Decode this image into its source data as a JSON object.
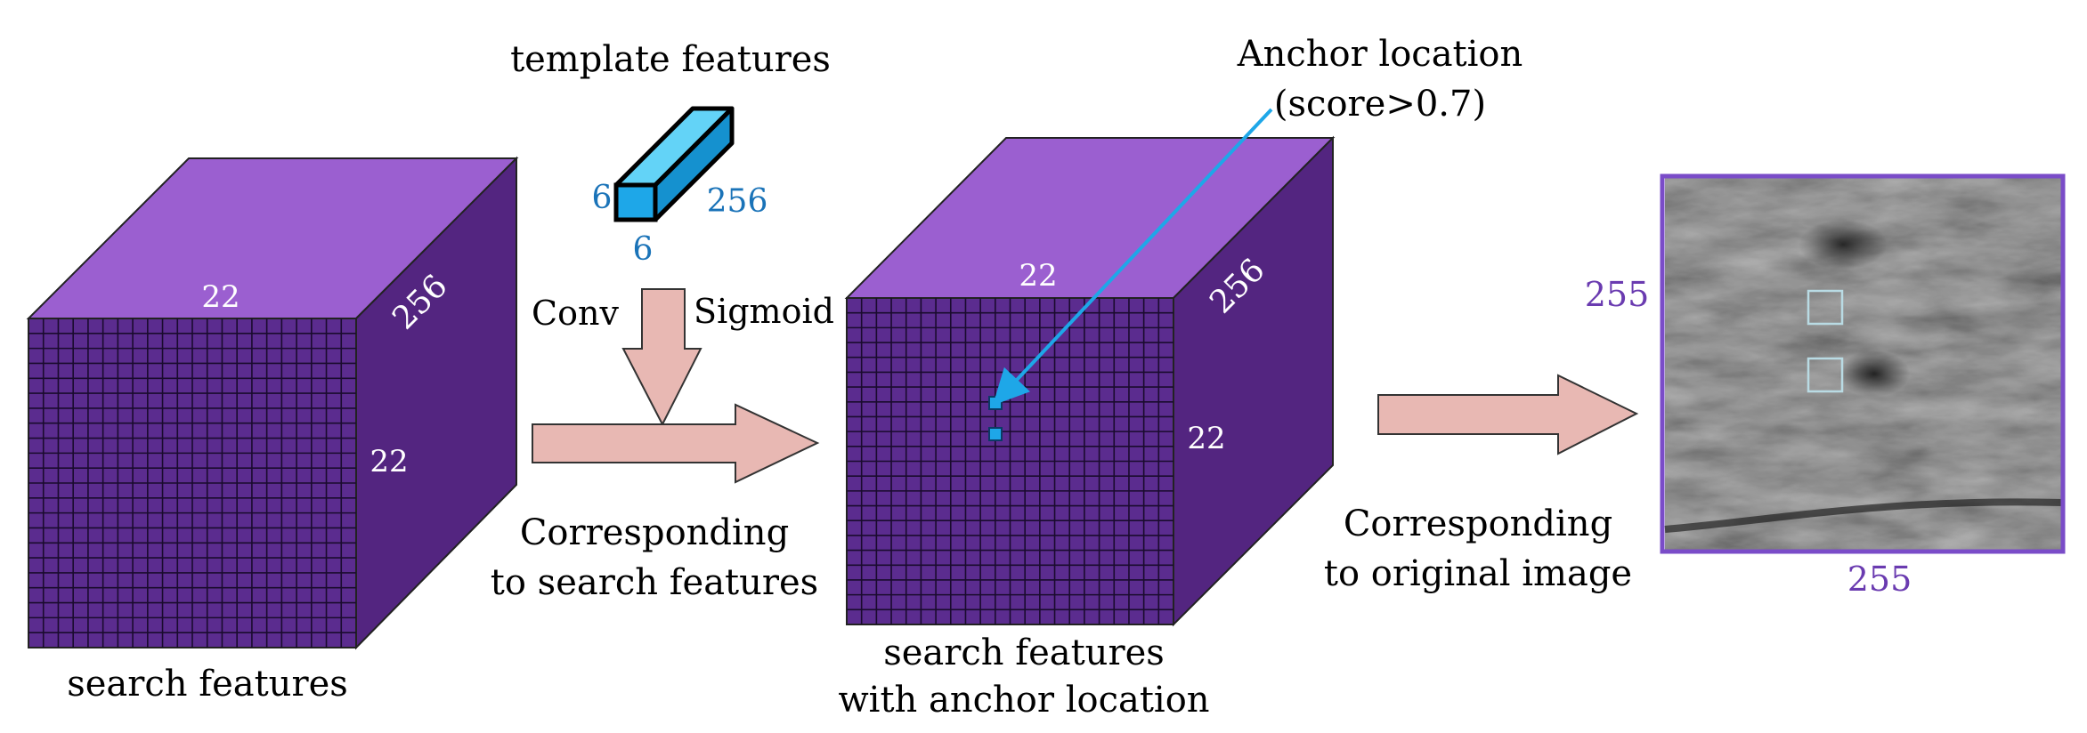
{
  "labels": {
    "template_features": "template features",
    "anchor_line1": "Anchor location",
    "anchor_line2": "(score>0.7)",
    "conv": "Conv",
    "sigmoid": "Sigmoid",
    "corr_search_1": "Corresponding",
    "corr_search_2": "to search features",
    "search_features": "search features",
    "search_anchor_1": "search features",
    "search_anchor_2": "with anchor location",
    "corr_orig_1": "Corresponding",
    "corr_orig_2": "to original image"
  },
  "dimensions": {
    "cube1_top": "22",
    "cube1_depth": "256",
    "cube1_side": "22",
    "template_left": "6",
    "template_bottom": "6",
    "template_depth": "256",
    "cube2_top": "22",
    "cube2_depth": "256",
    "cube2_side": "22",
    "image_height": "255",
    "image_width": "255"
  },
  "colors": {
    "cube_top": "#9b5fd0",
    "cube_front": "#5b2c8f",
    "cube_side": "#532580",
    "grid_line": "#1a0b2e",
    "template_front": "#1ea7e8",
    "template_top": "#63d3f7",
    "arrow_fill": "#e8b8b3",
    "anchor_arrow": "#1ea7e8",
    "image_border": "#7a4cc8"
  }
}
